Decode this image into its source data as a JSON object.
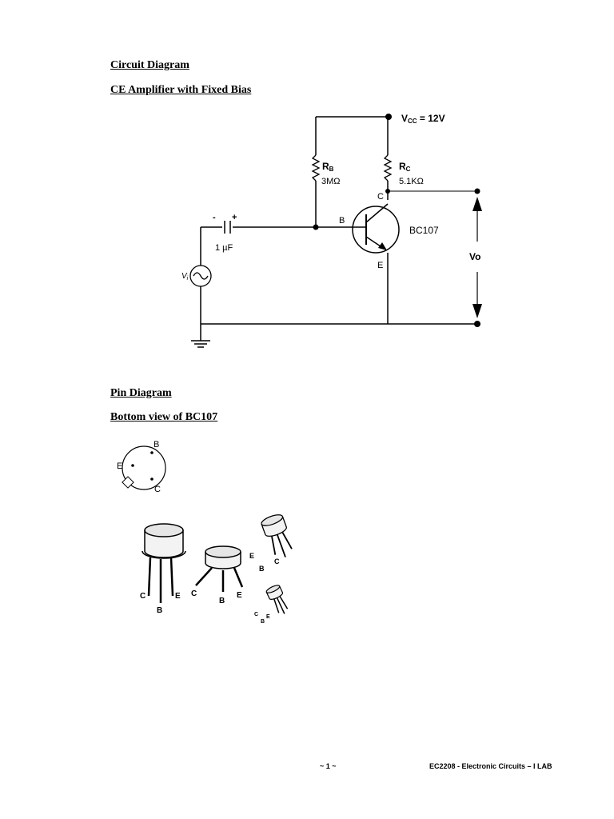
{
  "headings": {
    "circuit_diagram": "Circuit Diagram",
    "ce_amplifier": "CE Amplifier with Fixed Bias",
    "pin_diagram": "Pin Diagram",
    "bottom_view": "Bottom view of BC107"
  },
  "circuit": {
    "vcc_prefix": "V",
    "vcc_sub": "CC",
    "vcc_value": " = 12V",
    "rb_name": "R",
    "rb_sub": "B",
    "rb_value": "3MΩ",
    "rc_name": "R",
    "rc_sub": "C",
    "rc_value": "5.1KΩ",
    "collector": "C",
    "base": "B",
    "emitter": "E",
    "transistor": "BC107",
    "cap_minus": "-",
    "cap_plus": "+",
    "cap_value": "1 µF",
    "vi_name": "V",
    "vi_sub": "i",
    "vo_label": "Vo"
  },
  "pin_view": {
    "b": "B",
    "e": "E",
    "c": "C"
  },
  "packages": {
    "pkg1_c": "C",
    "pkg1_b": "B",
    "pkg1_e": "E",
    "pkg2_c": "C",
    "pkg2_b": "B",
    "pkg2_e": "E",
    "pkg3_e": "E",
    "pkg3_b": "B",
    "pkg3_c": "C",
    "pkg4_c": "C",
    "pkg4_b": "B",
    "pkg4_e": "E"
  },
  "footer": {
    "page": "~ 1 ~",
    "course": "EC2208 - Electronic Circuits – I LAB"
  }
}
